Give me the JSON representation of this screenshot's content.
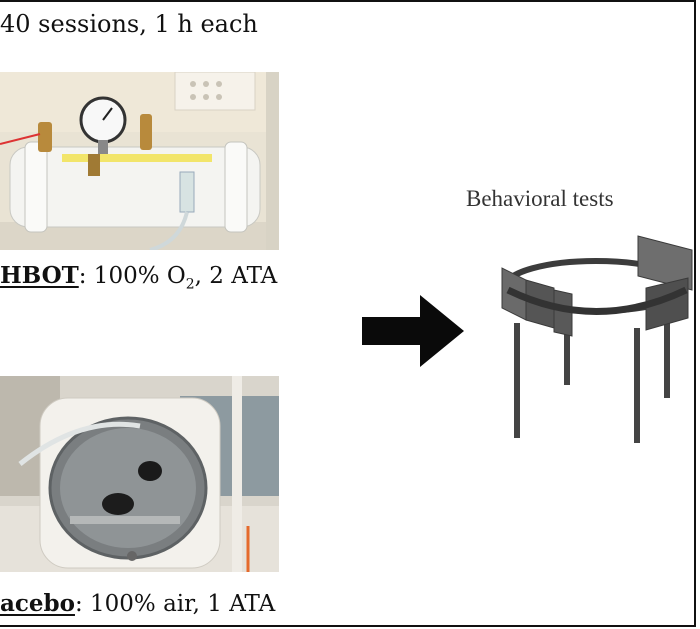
{
  "protocol": {
    "sessions_text": "40 sessions, 1 h each"
  },
  "hbot": {
    "name": "HBOT",
    "details_pre": ": 100% O",
    "details_sub": "2",
    "details_post": ", 2 ATA"
  },
  "placebo": {
    "name": "acebo",
    "details": ": 100% air, 1 ATA"
  },
  "tests": {
    "title": "Behavioral tests"
  },
  "colors": {
    "arrow": "#0a0a0a",
    "maze_wall": "#5a5a5a",
    "maze_ring": "#3c3c3c",
    "chamber_body": "#f2f2ef"
  },
  "icons": {
    "arrow": "right-arrow-icon",
    "maze": "circular-maze-icon"
  }
}
